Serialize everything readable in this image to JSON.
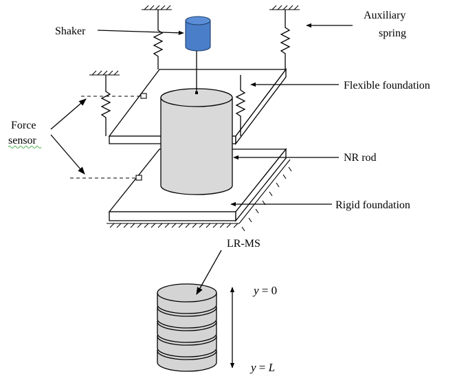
{
  "labels": {
    "shaker": "Shaker",
    "auxiliary_spring_line1": "Auxiliary",
    "auxiliary_spring_line2": "spring",
    "flexible_foundation": "Flexible foundation",
    "force_sensor_line1": "Force",
    "force_sensor_line2": "sensor",
    "nr_rod": "NR rod",
    "rigid_foundation": "Rigid foundation",
    "lr_ms": "LR-MS",
    "y_top_var": "y",
    "y_top_eq": " = 0",
    "y_bottom_var": "y",
    "y_bottom_eq": " = ",
    "y_bottom_L": "L"
  },
  "colors": {
    "shaker_fill": "#4A7EC8",
    "rod_fill": "#D9D9D9",
    "disc_fill": "#D4D4D4",
    "line": "#000000",
    "sensor_underline": "#4CAF50"
  },
  "icons": {
    "ground": "hatched-ground-symbol",
    "spring": "zigzag-spring-symbol",
    "arrow": "arrowhead"
  }
}
